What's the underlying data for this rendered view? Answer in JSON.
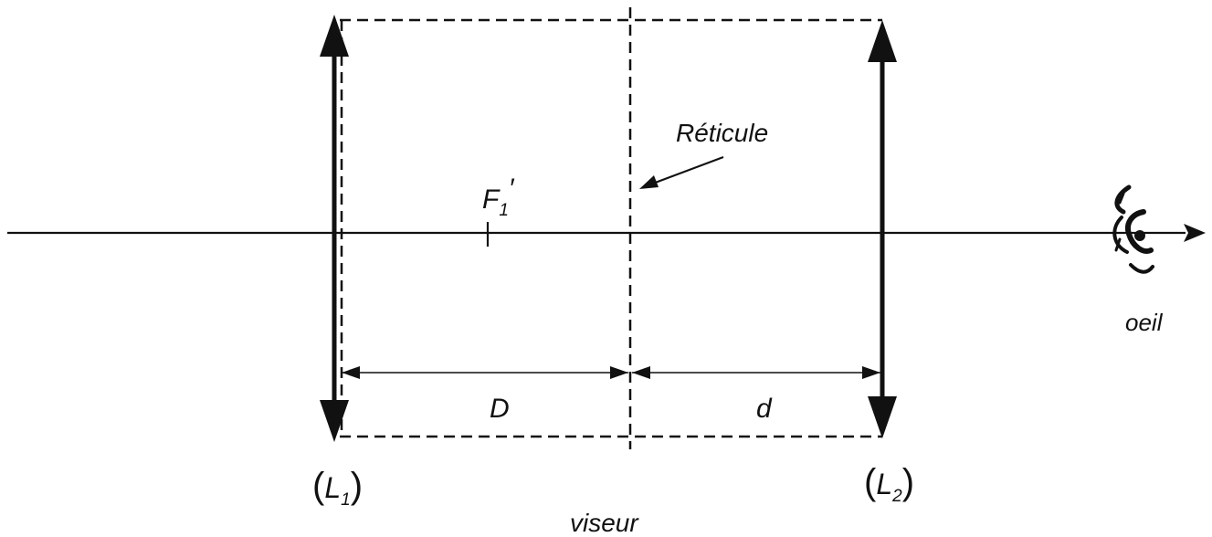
{
  "labels": {
    "reticule": "Réticule",
    "focal_point": {
      "main": "F",
      "sub": "1",
      "prime": "′"
    },
    "eye": "oeil",
    "dist_left": "D",
    "dist_right": "d",
    "viseur": "viseur",
    "lens1": {
      "open": "(",
      "main": "L",
      "sub": "1",
      "close": ")"
    },
    "lens2": {
      "open": "(",
      "main": "L",
      "sub": "2",
      "close": ")"
    }
  },
  "icons": {
    "eye": "eye-icon"
  },
  "colors": {
    "ink": "#111111",
    "background": "#ffffff"
  }
}
